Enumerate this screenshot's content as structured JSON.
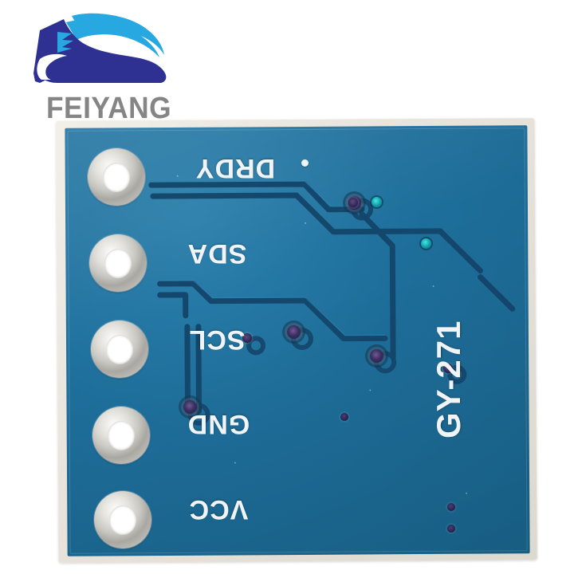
{
  "page": {
    "background_color": "#ffffff",
    "subject": "GY-271 magnetometer breakout board (bottom / solder side)"
  },
  "logo": {
    "name": "feiyang-logo",
    "wordmark": "FEIYANG",
    "wordmark_color": "#858585",
    "swoosh_dark_color": "#2e3192",
    "swoosh_light_color": "#27a8e0"
  },
  "pcb": {
    "name": "gy-271-board",
    "soldermask_color": "#1e6f9c",
    "substrate_color": "#ebe7df",
    "silkscreen_color": "#f0f4f6",
    "trace_color": "#14456a",
    "part_number": "GY-271",
    "pad_count": 5,
    "pins": [
      {
        "label": "DRDY",
        "name": "pad-drdy",
        "index": 1
      },
      {
        "label": "SDA",
        "name": "pad-sda",
        "index": 2
      },
      {
        "label": "SCL",
        "name": "pad-scl",
        "index": 3
      },
      {
        "label": "GND",
        "name": "pad-gnd",
        "index": 4
      },
      {
        "label": "VCC",
        "name": "pad-vcc",
        "index": 5
      }
    ],
    "markers": {
      "pin1_dot": "pin1-indicator-dot"
    },
    "via_counts": {
      "plated_vias": 6,
      "test_points": 4
    }
  }
}
